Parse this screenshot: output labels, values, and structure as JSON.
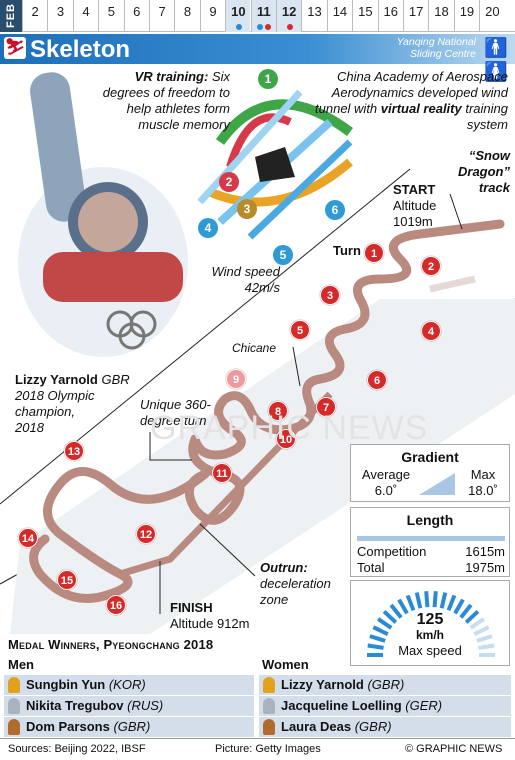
{
  "header": {
    "month_tab": "FEB",
    "title": "Skeleton",
    "venue": "Yanqing National Sliding Centre",
    "sport_icon": "skeleton-slider-icon",
    "gender_icon": "men-women-icon"
  },
  "dates": [
    {
      "day": "2",
      "dots": []
    },
    {
      "day": "3",
      "dots": []
    },
    {
      "day": "4",
      "dots": []
    },
    {
      "day": "5",
      "dots": []
    },
    {
      "day": "6",
      "dots": []
    },
    {
      "day": "7",
      "dots": []
    },
    {
      "day": "8",
      "dots": []
    },
    {
      "day": "9",
      "dots": []
    },
    {
      "day": "10",
      "dots": [
        "#2b8ad6"
      ],
      "highlight": true
    },
    {
      "day": "11",
      "dots": [
        "#2b8ad6",
        "#d42a2a"
      ],
      "highlight": true
    },
    {
      "day": "12",
      "dots": [
        "#d42a2a"
      ],
      "highlight": true
    },
    {
      "day": "13",
      "dots": []
    },
    {
      "day": "14",
      "dots": []
    },
    {
      "day": "15",
      "dots": []
    },
    {
      "day": "16",
      "dots": []
    },
    {
      "day": "17",
      "dots": []
    },
    {
      "day": "18",
      "dots": []
    },
    {
      "day": "19",
      "dots": []
    },
    {
      "day": "20",
      "dots": []
    }
  ],
  "vr": {
    "lead": "VR training:",
    "text": "Six degrees of freedom to help athletes form muscle memory"
  },
  "academy": {
    "text": "China Academy of Aerospace Aerodynamics developed wind tunnel with",
    "bold": "virtual reality",
    "tail": "training system"
  },
  "wind": {
    "label": "Wind speed",
    "value": "42m/s"
  },
  "arrow_numbers": [
    "1",
    "2",
    "3",
    "4",
    "5",
    "6"
  ],
  "athlete": {
    "name": "Lizzy Yarnold",
    "country": "GBR",
    "line2": "2018 Olympic",
    "line3": "champion,",
    "line4": "2018"
  },
  "track": {
    "nickname": "“Snow Dragon” track",
    "start_label": "START",
    "start_alt_label": "Altitude",
    "start_alt": "1019m",
    "turn_label": "Turn",
    "chicane_label": "Chicane",
    "unique_turn": "Unique 360-degree turn",
    "finish_label": "FINISH",
    "finish_alt": "Altitude 912m",
    "outrun_label": "Outrun:",
    "outrun_text": "deceleration zone",
    "turns": [
      "1",
      "2",
      "3",
      "4",
      "5",
      "6",
      "7",
      "8",
      "9",
      "10",
      "11",
      "12",
      "13",
      "14",
      "15",
      "16"
    ]
  },
  "gradient": {
    "title": "Gradient",
    "avg_label": "Average",
    "avg_value": "6.0˚",
    "max_label": "Max",
    "max_value": "18.0˚"
  },
  "length": {
    "title": "Length",
    "competition_label": "Competition",
    "competition_value": "1615m",
    "total_label": "Total",
    "total_value": "1975m"
  },
  "speed": {
    "value": "125",
    "unit": "km/h",
    "label": "Max speed",
    "gauge_fraction": 0.78
  },
  "medals": {
    "title": "Medal Winners, Pyeongchang 2018",
    "men_label": "Men",
    "women_label": "Women",
    "colors": {
      "gold": "#e2a21c",
      "silver": "#a9b3bd",
      "bronze": "#b36b2c"
    },
    "men": [
      {
        "name": "Sungbin Yun",
        "country": "(KOR)",
        "medal": "gold"
      },
      {
        "name": "Nikita Tregubov",
        "country": "(RUS)",
        "medal": "silver"
      },
      {
        "name": "Dom Parsons",
        "country": "(GBR)",
        "medal": "bronze"
      }
    ],
    "women": [
      {
        "name": "Lizzy Yarnold",
        "country": "(GBR)",
        "medal": "gold"
      },
      {
        "name": "Jacqueline Loelling",
        "country": "(GER)",
        "medal": "silver"
      },
      {
        "name": "Laura Deas",
        "country": "(GBR)",
        "medal": "bronze"
      }
    ]
  },
  "footer": {
    "sources": "Sources: Beijing 2022, IBSF",
    "picture": "Picture: Getty Images",
    "credit": "© GRAPHIC NEWS"
  },
  "watermark": "GRAPHIC NEWS"
}
